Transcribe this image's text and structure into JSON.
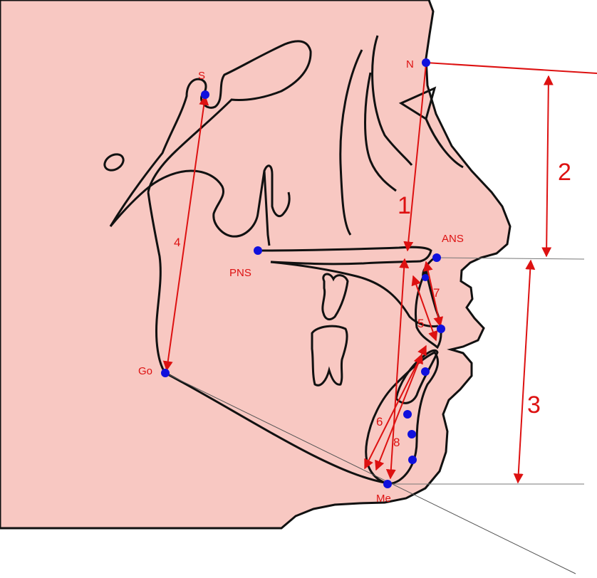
{
  "colors": {
    "skin": "#f8c8c2",
    "outline": "#111111",
    "landmark": "#1010dd",
    "measure": "#dd1111",
    "reference": "#777777"
  },
  "landmarks": {
    "n": "N",
    "s": "S",
    "ans": "ANS",
    "pns": "PNS",
    "go": "Go",
    "me": "Me"
  },
  "measurements": {
    "m1": "1",
    "m2": "2",
    "m3": "3",
    "m4": "4",
    "m5": "5",
    "m6": "6",
    "m7": "7",
    "m8": "8"
  }
}
